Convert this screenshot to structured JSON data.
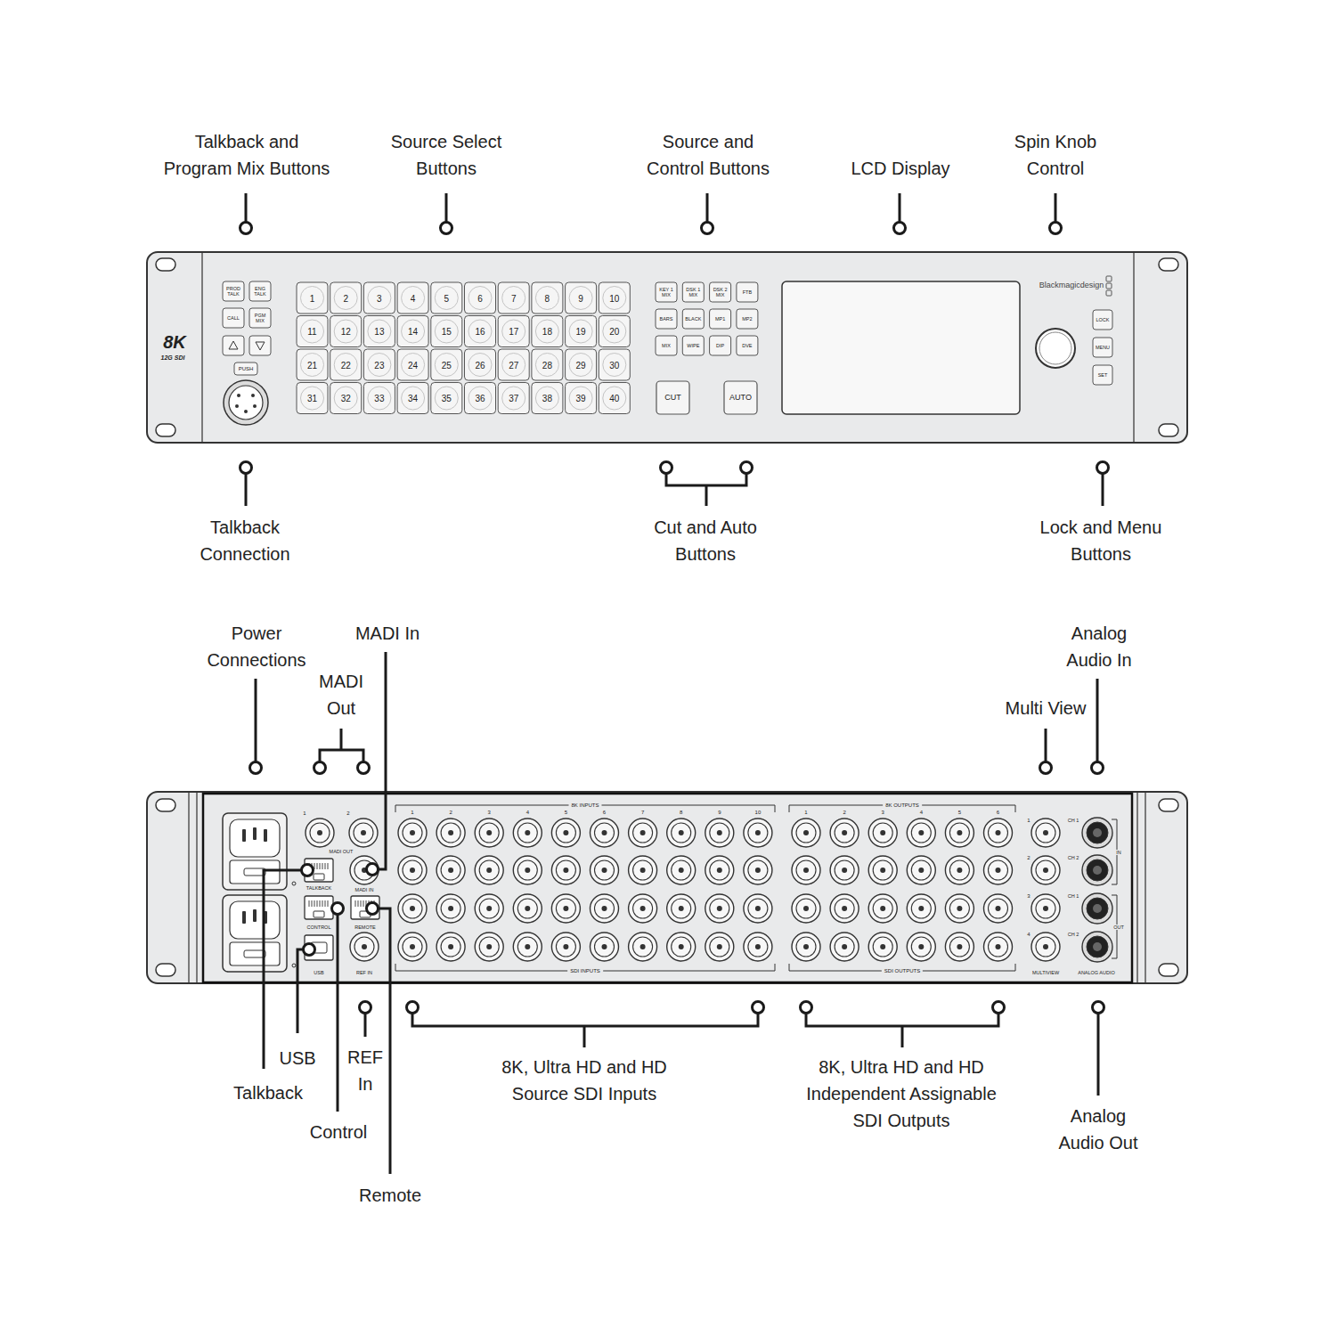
{
  "diagram": {
    "labels": [
      "Talkback and Program Mix Buttons",
      "Source Select Buttons",
      "Source and Control Buttons",
      "LCD Display",
      "Spin Knob Control",
      "Talkback Connection",
      "Cut and Auto Buttons",
      "Lock and Menu Buttons",
      "Power Connections",
      "MADI In",
      "MADI Out",
      "Analog Audio In",
      "Multi View",
      "USB",
      "Talkback",
      "REF In",
      "Control",
      "Remote",
      "8K, Ultra HD and HD Source SDI Inputs",
      "8K, Ultra HD and HD Independent Assignable SDI Outputs",
      "Analog Audio Out",
      "PROD TALK",
      "ENG TALK",
      "CALL",
      "PGM MIX",
      "PUSH",
      "8K",
      "12G SDI",
      "1",
      "2",
      "3",
      "4",
      "5",
      "6",
      "7",
      "8",
      "9",
      "10",
      "11",
      "12",
      "13",
      "14",
      "15",
      "16",
      "17",
      "18",
      "19",
      "20",
      "21",
      "22",
      "23",
      "24",
      "25",
      "26",
      "27",
      "28",
      "29",
      "30",
      "31",
      "32",
      "33",
      "34",
      "35",
      "36",
      "37",
      "38",
      "39",
      "40",
      "KEY 1 MIX",
      "DSK 1 MIX",
      "DSK 2 MIX",
      "FTB",
      "BARS",
      "BLACK",
      "MP1",
      "MP2",
      "MIX",
      "WIPE",
      "DIP",
      "DVE",
      "CUT",
      "AUTO",
      "Blackmagicdesign",
      "LOCK",
      "MENU",
      "SET",
      "1",
      "2",
      "MADI OUT",
      "TALKBACK",
      "MADI IN",
      "CONTROL",
      "REMOTE",
      "USB",
      "REF IN",
      "8K INPUTS",
      "1",
      "2",
      "3",
      "4",
      "5",
      "6",
      "7",
      "8",
      "9",
      "10",
      "SDI INPUTS",
      "8K OUTPUTS",
      "1",
      "2",
      "3",
      "4",
      "5",
      "6",
      "SDI OUTPUTS",
      "1",
      "2",
      "3",
      "4",
      "MULTIVIEW",
      "CH 1",
      "CH 2",
      "CH 1",
      "CH 2",
      "IN",
      "OUT",
      "ANALOG AUDIO"
    ]
  }
}
